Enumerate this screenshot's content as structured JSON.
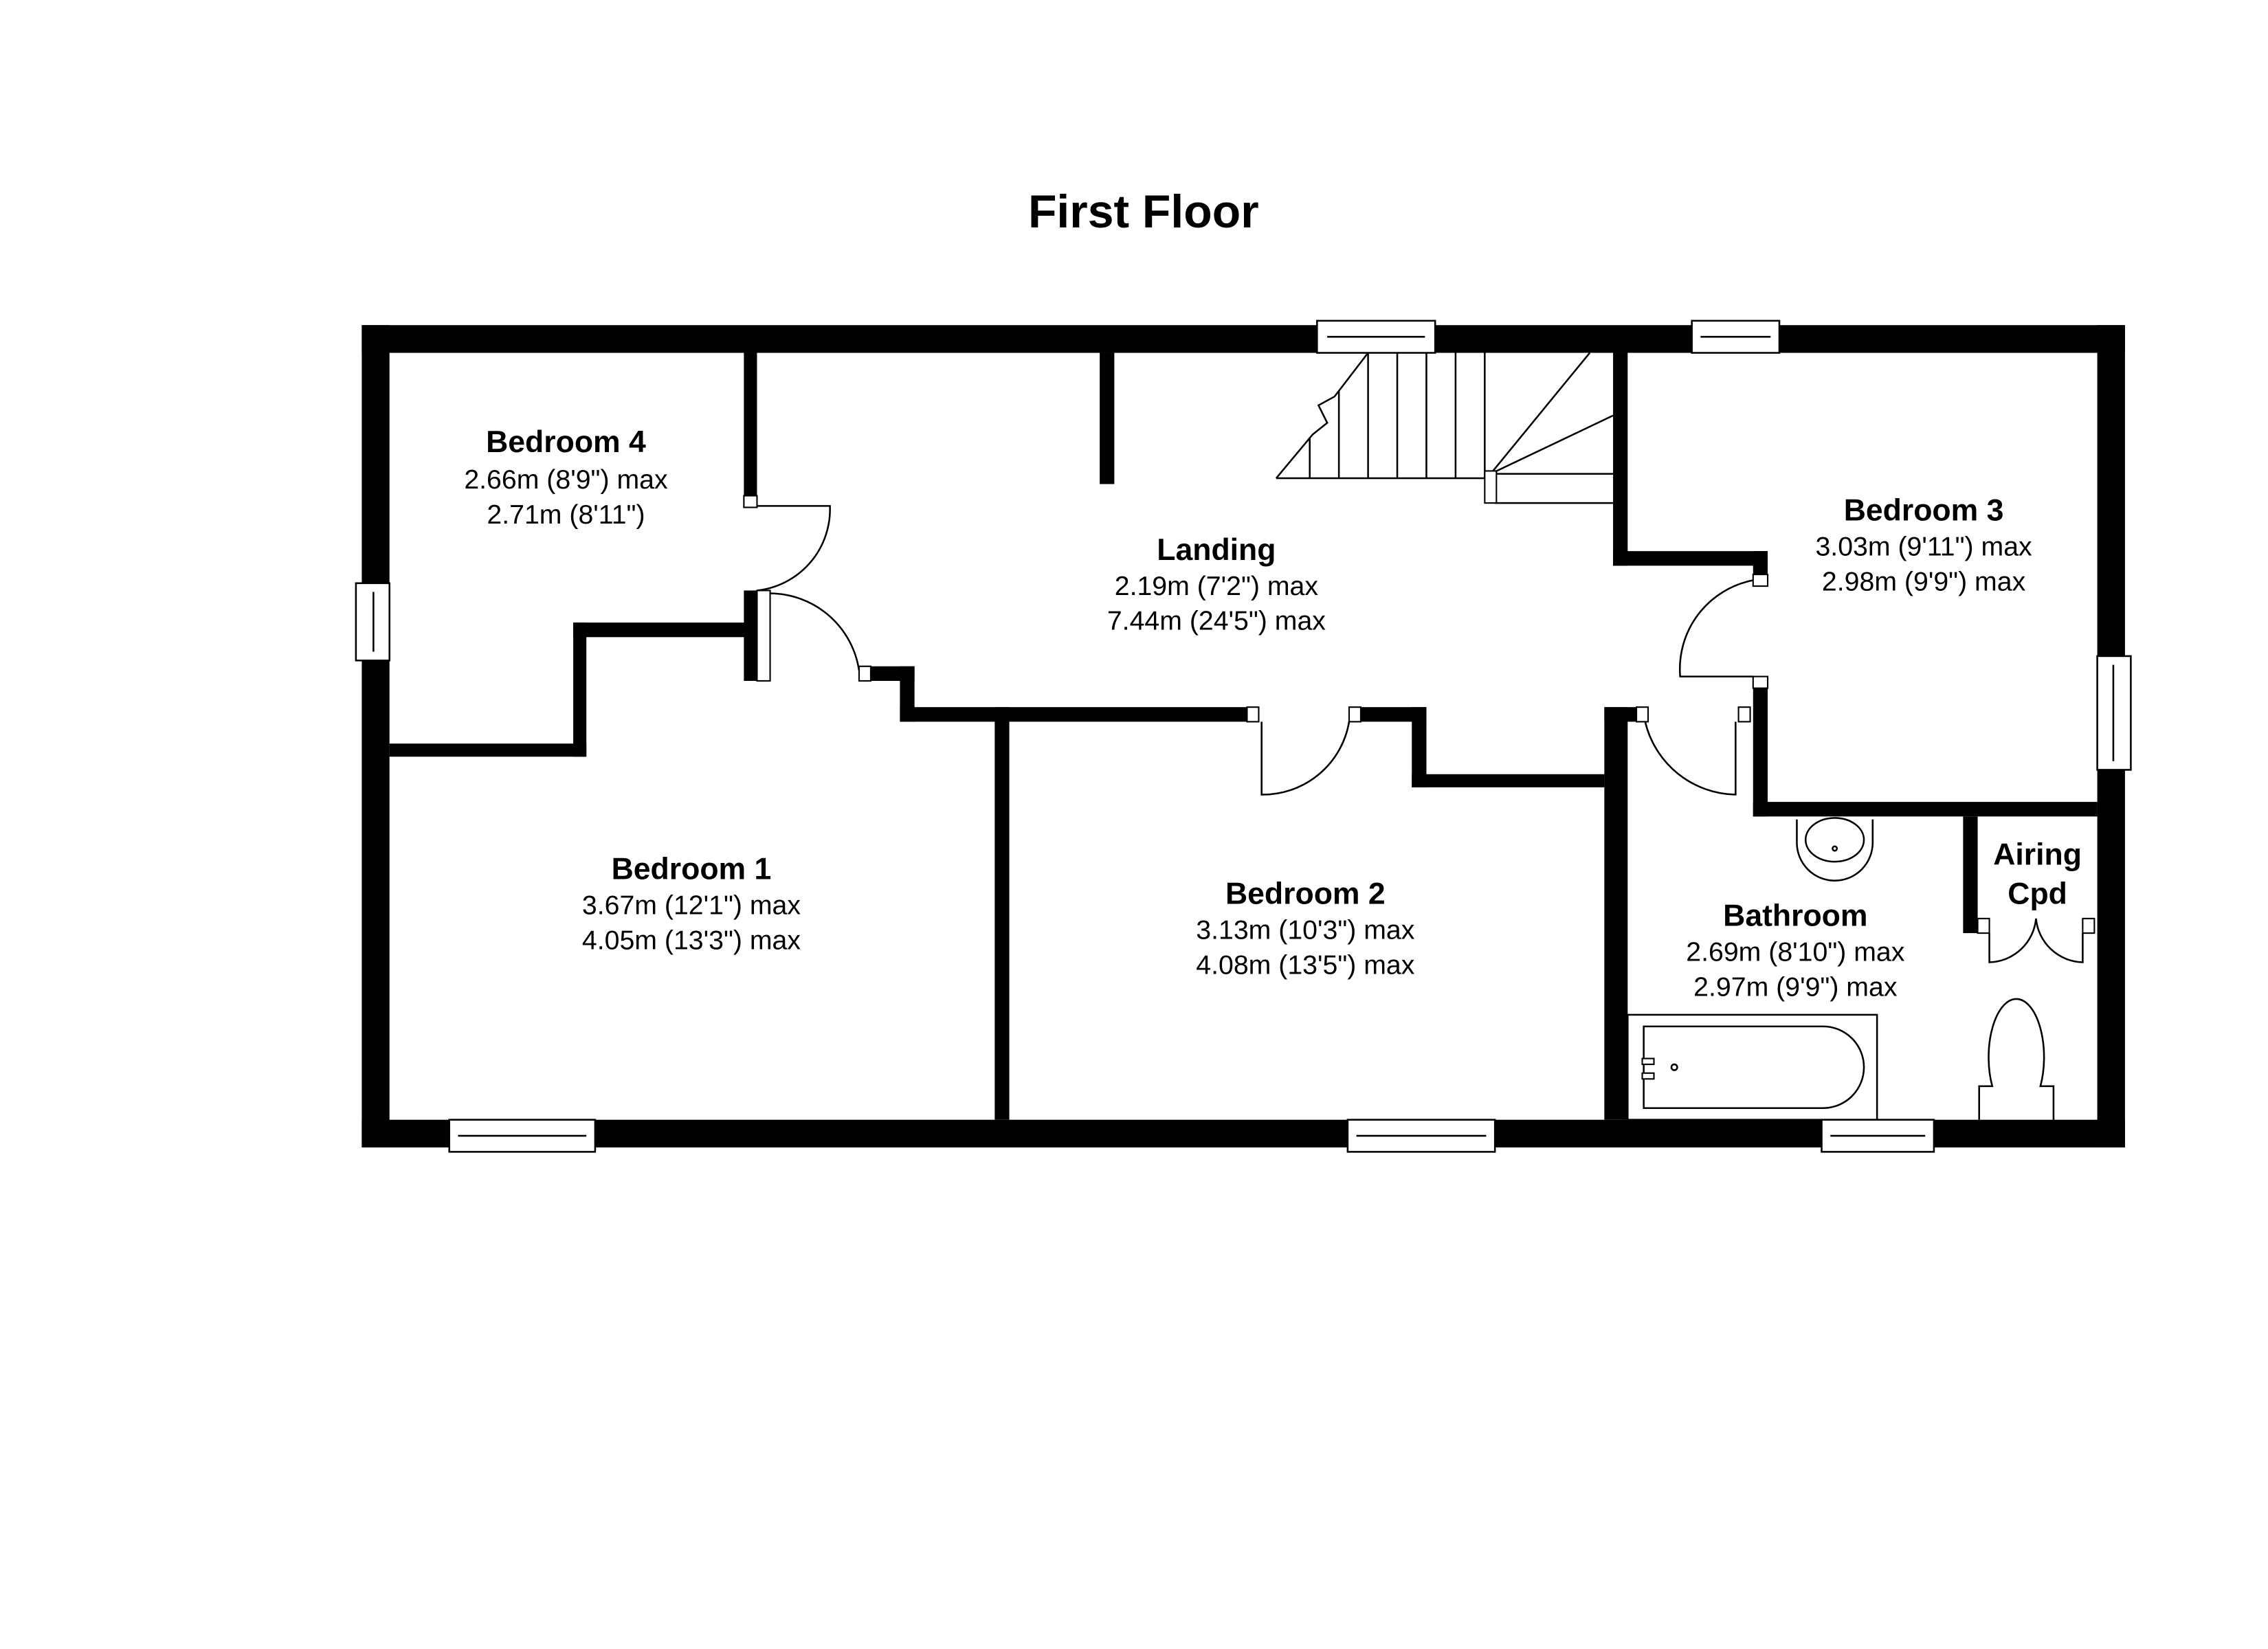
{
  "title": "First Floor",
  "rooms": {
    "bedroom4": {
      "name": "Bedroom 4",
      "dim1": "2.66m (8'9\") max",
      "dim2": "2.71m (8'11\")"
    },
    "landing": {
      "name": "Landing",
      "dim1": "2.19m (7'2\") max",
      "dim2": "7.44m (24'5\") max"
    },
    "bedroom3": {
      "name": "Bedroom 3",
      "dim1": "3.03m (9'11\") max",
      "dim2": "2.98m (9'9\") max"
    },
    "bedroom1": {
      "name": "Bedroom 1",
      "dim1": "3.67m (12'1\") max",
      "dim2": "4.05m (13'3\") max"
    },
    "bedroom2": {
      "name": "Bedroom 2",
      "dim1": "3.13m (10'3\") max",
      "dim2": "4.08m (13'5\") max"
    },
    "bathroom": {
      "name": "Bathroom",
      "dim1": "2.69m (8'10\") max",
      "dim2": "2.97m (9'9\") max"
    },
    "airing": {
      "name1": "Airing",
      "name2": "Cpd"
    }
  }
}
